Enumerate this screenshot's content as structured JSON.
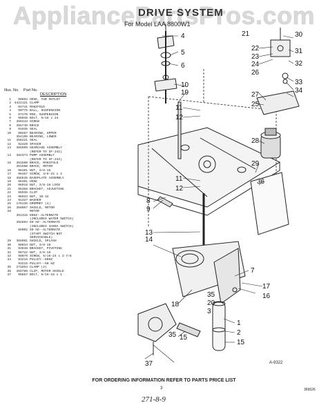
{
  "header": {
    "watermark": "AppliancePartsPros.com",
    "title": "DRIVE SYSTEM",
    "model": "For Model LAA 8800W1"
  },
  "parts_table": {
    "col_illus": "Illus. No.",
    "col_part": "Part No.",
    "col_desc": "DESCRIPTION",
    "rows": [
      [
        "1",
        "90862",
        "HOSE, TUB OUTLET"
      ],
      [
        "2",
        "4421121",
        "CLAMP"
      ],
      [
        "3",
        "94741",
        "MANIFOLD"
      ],
      [
        "4",
        "90775",
        "BALL, SUSPENSION"
      ],
      [
        "5",
        "97270",
        "ROD, SUSPENSION"
      ],
      [
        "6",
        "98048",
        "BOLT, 5/16 x 24"
      ],
      [
        "7",
        "359443",
        "SCREW"
      ],
      [
        "8",
        "355748",
        "BRACE"
      ],
      [
        "9",
        "91935",
        "SEAL"
      ],
      [
        "10",
        "90267",
        "BEARING, UPPER"
      ],
      [
        "",
        "354195",
        "BEARING, LOWER"
      ],
      [
        "11",
        "356221",
        "SEAL"
      ],
      [
        "12",
        "92420",
        "SPACER"
      ],
      [
        "13",
        "365569",
        "GEARCASE ASSEMBLY"
      ],
      [
        "",
        "",
        "(REFER TO SF-242)"
      ],
      [
        "14",
        "382374",
        "PUMP ASSEMBLY"
      ],
      [
        "",
        "",
        "(REFER TO SF-242)"
      ],
      [
        "15",
        "351560",
        "BRACE, MANIFOLD"
      ],
      [
        "",
        "351560",
        "BRACE, MOTOR"
      ],
      [
        "16",
        "98101",
        "NUT, 3/8-16"
      ],
      [
        "17",
        "96467",
        "SCREW, 3/8-24 x 2"
      ],
      [
        "18",
        "356535",
        "BASEPLATE ASSEMBLY"
      ],
      [
        "19",
        "96391",
        "HOSE"
      ],
      [
        "20",
        "96918",
        "NUT, 3/8-16 LOCK"
      ],
      [
        "21",
        "95368",
        "BRACKET, ADJUSTING"
      ],
      [
        "22",
        "96935",
        "CLIP"
      ],
      [
        "23",
        "96033",
        "NUT, 10-32"
      ],
      [
        "24",
        "91337",
        "WASHER"
      ],
      [
        "25",
        "176136",
        "GROMMET (4)"
      ],
      [
        "26",
        "356057",
        "SHIELD, MOTOR"
      ],
      [
        "28",
        "",
        "MOTOR"
      ],
      [
        "",
        "351316",
        "60HZ--ALTERNATE"
      ],
      [
        "",
        "",
        "(INCLUDES WATER SWITCH)"
      ],
      [
        "",
        "392894",
        "60 HZ--ALTERNATE"
      ],
      [
        "",
        "",
        "(INCLUDES 3A09A SWITCH)"
      ],
      [
        "",
        "85002",
        "50 HZ--ALTERNATE"
      ],
      [
        "",
        "",
        "(START SWITCH NOT"
      ],
      [
        "",
        "",
        "SERVICEABLE)"
      ],
      [
        "29",
        "355981",
        "SHIELD, SPLASH"
      ],
      [
        "30",
        "98034",
        "NUT, 3/8-16"
      ],
      [
        "31",
        "93948",
        "BRACKET, PIVOTING"
      ],
      [
        "32",
        "96722",
        "NUT, 3/8-16"
      ],
      [
        "33",
        "98079",
        "SCREW, 5/16-24 x 2-7/8"
      ],
      [
        "34",
        "93216",
        "PULLEY--60HZ"
      ],
      [
        "",
        "93215",
        "PULLEY--50 HZ"
      ],
      [
        "35",
        "271854",
        "CLAMP (2)"
      ],
      [
        "36",
        "355789",
        "CLIP, MOTOR SHIELD"
      ],
      [
        "37",
        "96867",
        "BOLT, 5/16-18 x 1"
      ]
    ]
  },
  "callouts": [
    "1",
    "2",
    "3",
    "4",
    "5",
    "6",
    "7",
    "8",
    "9",
    "10",
    "11",
    "12",
    "13",
    "14",
    "15",
    "16",
    "17",
    "18",
    "19",
    "20",
    "21",
    "22",
    "23",
    "24",
    "25",
    "26",
    "27",
    "28",
    "29",
    "30",
    "31",
    "32",
    "33",
    "34",
    "35",
    "36",
    "37"
  ],
  "footer": {
    "ordering": "FOR ORDERING INFORMATION REFER TO PARTS PRICE LIST",
    "page": "3",
    "handwritten": "271-8-9",
    "ref_code": "A-9322",
    "doc_code": "369526"
  }
}
